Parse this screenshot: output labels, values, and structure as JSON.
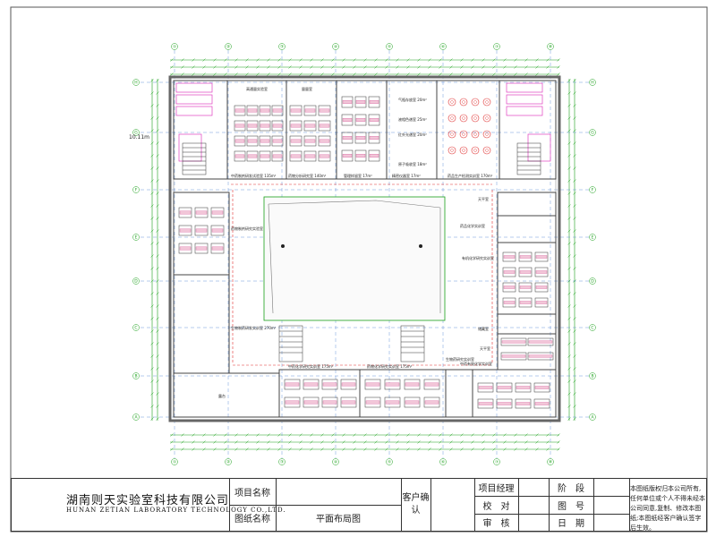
{
  "drawing": {
    "elevation_note": "10.11m",
    "grid_columns": [
      "①",
      "②",
      "③",
      "④",
      "⑤",
      "⑥",
      "⑦",
      "⑧"
    ],
    "grid_rows": [
      "H",
      "G",
      "F",
      "E",
      "D",
      "C",
      "B",
      "A"
    ],
    "rooms": {
      "r1": "高通量实验室",
      "r2": "量量室",
      "r3": "气瓶存放室 20m²",
      "r4": "液相色谱室 25m²",
      "r5": "红外光谱室 20m²",
      "r6": "原子吸收室 18m²",
      "r7": "中药制剂研发试验室 135m²",
      "r8": "药物分析研究室 140m²",
      "r9": "管理样留室 17m²",
      "r10": "精密仪器室 17m²",
      "r11": "药品生产检测实训室 170m²",
      "r12": "药物制剂研究实验室",
      "r13": "生物制药研发实训室 270m²",
      "r14": "药品化学实训室",
      "r15": "中药化学研究实训室 175m²",
      "r16": "药物化学研究实训室 175m²",
      "r17": "生物药研究实训室",
      "r18": "有机化学研究实训室",
      "r19": "天平室",
      "r20": "储藏室",
      "r21": "露台",
      "r22": "中药有效化学实训室",
      "r23": "天平室"
    }
  },
  "title_block": {
    "company_cn": "湖南则天实验室科技有限公司",
    "company_en": "HUNAN ZETIAN LABORATORY TECHNOLOGY CO.,LTD.",
    "project_name_label": "项目名称",
    "drawing_name_label": "图纸名称",
    "drawing_name_value": "平面布局图",
    "client_confirm_label": "客户确认",
    "project_manager_label": "项目经理",
    "checker_label": "校　对",
    "reviewer_label": "审　核",
    "stage_label": "阶　段",
    "drawing_no_label": "图　号",
    "date_label": "日　期",
    "copyright_note": "本图纸版权归本公司所有,任何单位或个人不得未经本公司同意,复制、修改本图纸;本图纸经客户确认签字后生效。"
  }
}
